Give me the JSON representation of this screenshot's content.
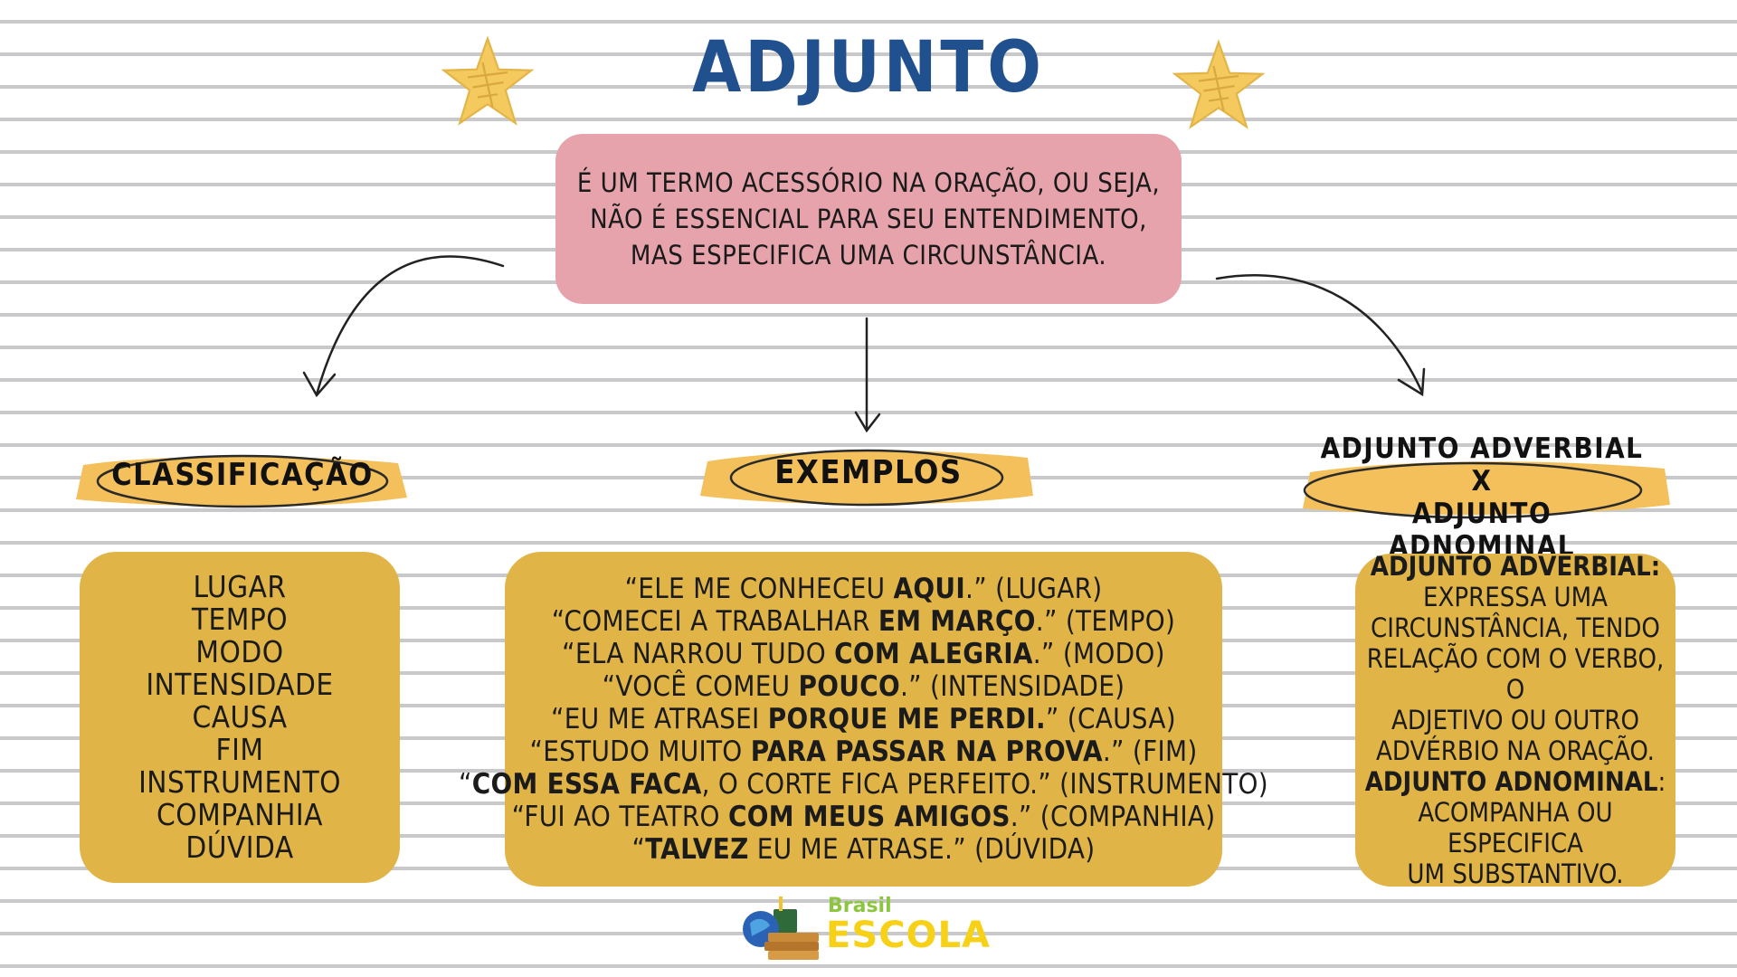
{
  "title": "ADJUNTO ADVERBIAL",
  "definition": {
    "lines": [
      "É UM TERMO ACESSÓRIO NA ORAÇÃO, OU SEJA,",
      "NÃO É ESSENCIAL PARA SEU ENTENDIMENTO,",
      "MAS ESPECIFICA UMA CIRCUNSTÂNCIA."
    ]
  },
  "sections": {
    "classificacao": {
      "label": "CLASSIFICAÇÃO",
      "items": [
        "LUGAR",
        "TEMPO",
        "MODO",
        "INTENSIDADE",
        "CAUSA",
        "FIM",
        "INSTRUMENTO",
        "COMPANHIA",
        "DÚVIDA"
      ]
    },
    "exemplos": {
      "label": "EXEMPLOS",
      "lines": [
        {
          "pre": "“ELE ME CONHECEU ",
          "bold": "AQUI",
          "post": ".” (LUGAR)"
        },
        {
          "pre": "“COMECEI A TRABALHAR ",
          "bold": "EM MARÇO",
          "post": ".” (TEMPO)"
        },
        {
          "pre": "“ELA NARROU TUDO ",
          "bold": "COM ALEGRIA",
          "post": ".” (MODO)"
        },
        {
          "pre": "“VOCÊ COMEU ",
          "bold": "POUCO",
          "post": ".” (INTENSIDADE)"
        },
        {
          "pre": "“EU ME ATRASEI ",
          "bold": "PORQUE ME PERDI.",
          "post": "” (CAUSA)"
        },
        {
          "pre": "“ESTUDO MUITO ",
          "bold": "PARA PASSAR NA PROVA",
          "post": ".” (FIM)"
        },
        {
          "pre": "“",
          "bold": "COM ESSA FACA",
          "post": ", O CORTE FICA PERFEITO.” (INSTRUMENTO)"
        },
        {
          "pre": "“FUI AO TEATRO ",
          "bold": "COM MEUS AMIGOS",
          "post": ".” (COMPANHIA)"
        },
        {
          "pre": "“",
          "bold": "TALVEZ",
          "post": " EU ME ATRASE.” (DÚVIDA)"
        }
      ]
    },
    "comparacao": {
      "label_line1": "ADJUNTO ADVERBIAL",
      "label_line2": "X",
      "label_line3": "ADJUNTO ADNOMINAL",
      "adverbial_head": "ADJUNTO ADVERBIAL:",
      "adverbial_lines": [
        "EXPRESSA UMA",
        "CIRCUNSTÂNCIA, TENDO",
        "RELAÇÃO COM O VERBO, O",
        "ADJETIVO OU OUTRO",
        "ADVÉRBIO NA ORAÇÃO."
      ],
      "adnominal_head": "ADJUNTO ADNOMINAL",
      "adnominal_colon": ":",
      "adnominal_lines": [
        "ACOMPANHA OU ESPECIFICA",
        "UM SUBSTANTIVO."
      ]
    }
  },
  "logo": {
    "top": "Brasil",
    "bottom": "ESCOLA"
  },
  "colors": {
    "title": "#21508f",
    "definition_box": "#e6a3ab",
    "card": "#e0b447",
    "highlight": "#f3c05c",
    "star": "#f4c95d",
    "logo_green": "#8cc63f",
    "logo_yellow": "#f7d117"
  }
}
